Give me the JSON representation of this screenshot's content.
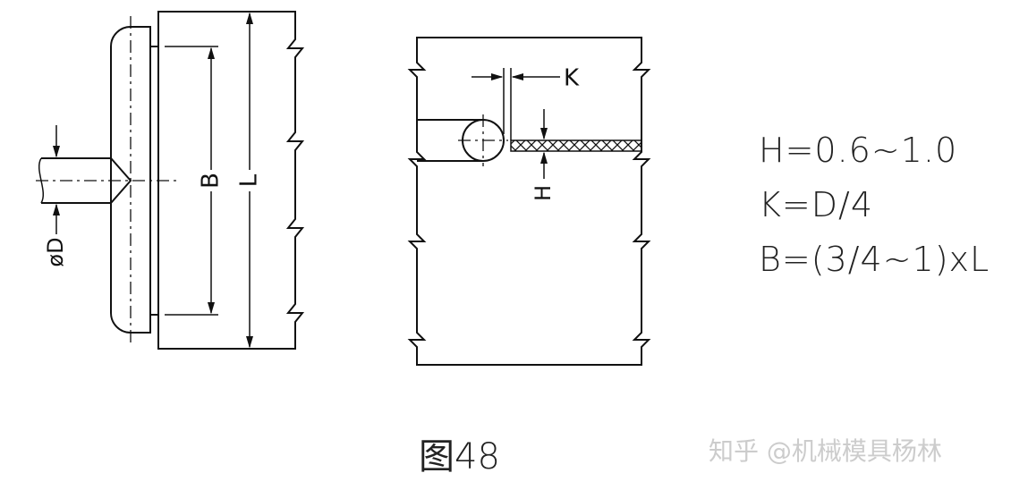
{
  "left_figure": {
    "label_b": "B",
    "label_l": "L",
    "label_d": "øD"
  },
  "right_figure": {
    "label_k": "K",
    "label_h": "H"
  },
  "formulas": [
    "H=0.6~1.0",
    "K=D/4",
    "B=(3/4~1)xL"
  ],
  "caption": "图48",
  "watermark": "知乎 @机械模具杨林"
}
